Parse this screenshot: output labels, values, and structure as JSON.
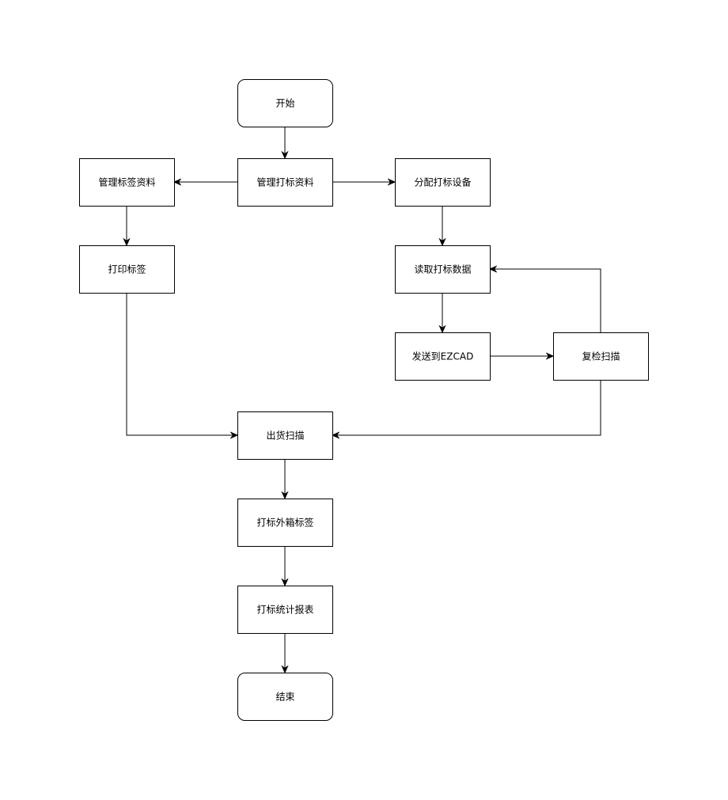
{
  "diagram": {
    "nodes": [
      {
        "id": "start",
        "label": "开始",
        "shape": "rounded"
      },
      {
        "id": "manage_mark",
        "label": "管理打标资料",
        "shape": "rect"
      },
      {
        "id": "manage_label",
        "label": "管理标签资料",
        "shape": "rect"
      },
      {
        "id": "assign_device",
        "label": "分配打标设备",
        "shape": "rect"
      },
      {
        "id": "print_label",
        "label": "打印标签",
        "shape": "rect"
      },
      {
        "id": "read_data",
        "label": "读取打标数据",
        "shape": "rect"
      },
      {
        "id": "send_ezcad",
        "label": "发送到EZCAD",
        "shape": "rect"
      },
      {
        "id": "recheck_scan",
        "label": "复检扫描",
        "shape": "rect"
      },
      {
        "id": "ship_scan",
        "label": "出货扫描",
        "shape": "rect"
      },
      {
        "id": "outer_box",
        "label": "打标外箱标签",
        "shape": "rect"
      },
      {
        "id": "report",
        "label": "打标统计报表",
        "shape": "rect"
      },
      {
        "id": "end",
        "label": "结束",
        "shape": "rounded"
      }
    ],
    "edges": [
      {
        "from": "start",
        "to": "manage_mark"
      },
      {
        "from": "manage_mark",
        "to": "manage_label"
      },
      {
        "from": "manage_mark",
        "to": "assign_device"
      },
      {
        "from": "manage_label",
        "to": "print_label"
      },
      {
        "from": "assign_device",
        "to": "read_data"
      },
      {
        "from": "read_data",
        "to": "send_ezcad"
      },
      {
        "from": "send_ezcad",
        "to": "recheck_scan"
      },
      {
        "from": "recheck_scan",
        "to": "read_data"
      },
      {
        "from": "print_label",
        "to": "ship_scan"
      },
      {
        "from": "recheck_scan",
        "to": "ship_scan"
      },
      {
        "from": "ship_scan",
        "to": "outer_box"
      },
      {
        "from": "outer_box",
        "to": "report"
      },
      {
        "from": "report",
        "to": "end"
      }
    ]
  }
}
